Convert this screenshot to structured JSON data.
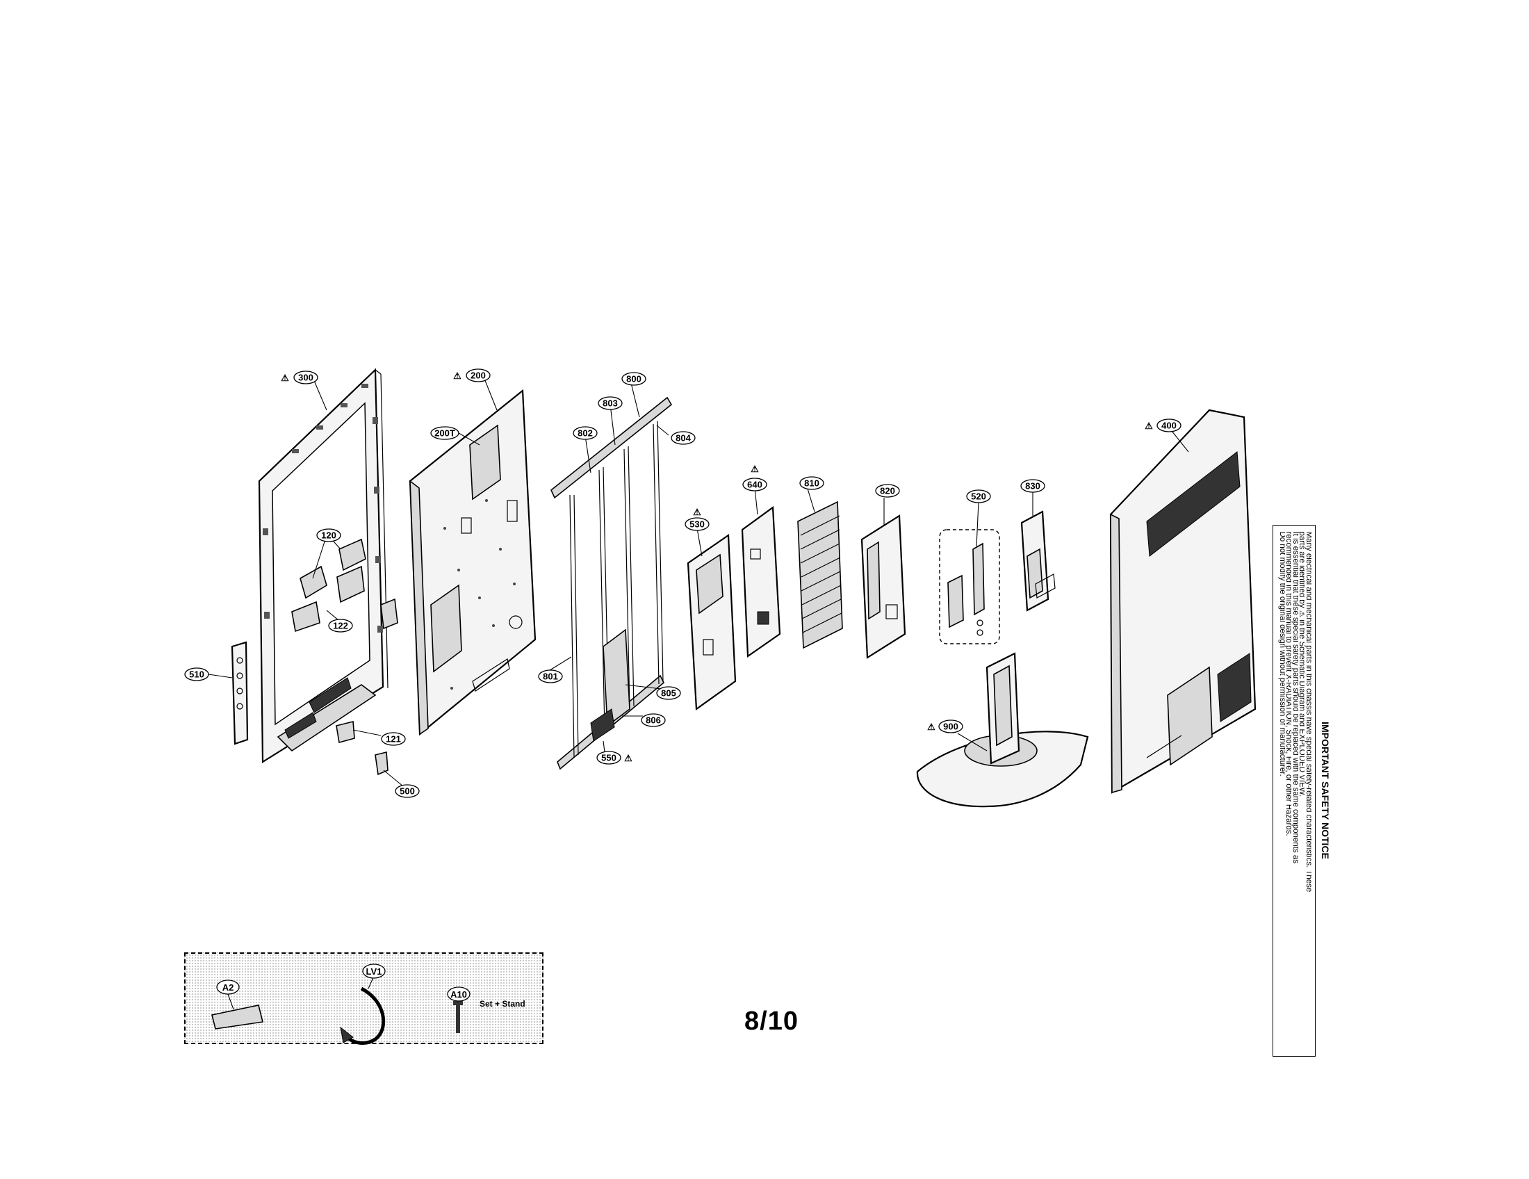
{
  "page_number": "8/10",
  "warning_symbol": "⚠",
  "parts": [
    {
      "id": "300",
      "warn": true
    },
    {
      "id": "200",
      "warn": true
    },
    {
      "id": "200T",
      "warn": false
    },
    {
      "id": "120",
      "warn": false
    },
    {
      "id": "122",
      "warn": false
    },
    {
      "id": "121",
      "warn": false
    },
    {
      "id": "510",
      "warn": false
    },
    {
      "id": "500",
      "warn": false
    },
    {
      "id": "800",
      "warn": false
    },
    {
      "id": "803",
      "warn": false
    },
    {
      "id": "802",
      "warn": false
    },
    {
      "id": "804",
      "warn": false
    },
    {
      "id": "801",
      "warn": false
    },
    {
      "id": "805",
      "warn": false
    },
    {
      "id": "806",
      "warn": false
    },
    {
      "id": "550",
      "warn": true
    },
    {
      "id": "530",
      "warn": true
    },
    {
      "id": "640",
      "warn": true
    },
    {
      "id": "810",
      "warn": false
    },
    {
      "id": "820",
      "warn": false
    },
    {
      "id": "520",
      "warn": false
    },
    {
      "id": "830",
      "warn": false
    },
    {
      "id": "400",
      "warn": true
    },
    {
      "id": "900",
      "warn": true
    }
  ],
  "accessories": [
    {
      "id": "A2",
      "note": ""
    },
    {
      "id": "LV1",
      "note": ""
    },
    {
      "id": "A10",
      "note": "Set + Stand"
    }
  ],
  "safety_notice": {
    "title": "IMPORTANT SAFETY NOTICE",
    "lines": [
      "Many electrical and mechanical parts in this chassis have special safety-related characteristics. These",
      "parts are identified by ⚠ in the Schematic Diagram and EXPLODED VIEW.",
      "It is essential that these special safety parts should be replaced with the same components as",
      "recommended in this manual to prevent X-RADIATION, Shock, Fire, or other Hazards.",
      "Do not modify the original design without permission of manufacturer."
    ]
  }
}
